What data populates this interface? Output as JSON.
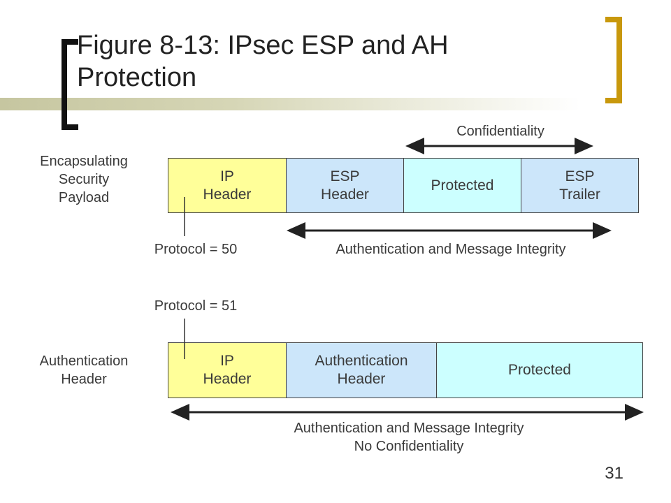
{
  "slide": {
    "title_line1": "Figure 8-13: IPsec ESP and AH",
    "title_line2": "Protection",
    "page_number": "31"
  },
  "esp": {
    "side_label": [
      "Encapsulating",
      "Security",
      "Payload"
    ],
    "confidentiality_label": "Confidentiality",
    "boxes": [
      {
        "lines": [
          "IP",
          "Header"
        ],
        "color": "#ffff99"
      },
      {
        "lines": [
          "ESP",
          "Header"
        ],
        "color": "#cce6fa"
      },
      {
        "lines": [
          "Protected"
        ],
        "color": "#ccffff"
      },
      {
        "lines": [
          "ESP",
          "Trailer"
        ],
        "color": "#cce6fa"
      }
    ],
    "protocol_label": "Protocol = 50",
    "auth_label": "Authentication and Message Integrity"
  },
  "ah": {
    "side_label": [
      "Authentication",
      "Header"
    ],
    "protocol_label": "Protocol = 51",
    "boxes": [
      {
        "lines": [
          "IP",
          "Header"
        ],
        "color": "#ffff99"
      },
      {
        "lines": [
          "Authentication",
          "Header"
        ],
        "color": "#cce6fa"
      },
      {
        "lines": [
          "Protected"
        ],
        "color": "#ccffff"
      }
    ],
    "auth_label_line1": "Authentication and Message Integrity",
    "auth_label_line2": "No Confidentiality"
  },
  "colors": {
    "accent_bracket": "#c8980c",
    "arrow": "#222222"
  }
}
